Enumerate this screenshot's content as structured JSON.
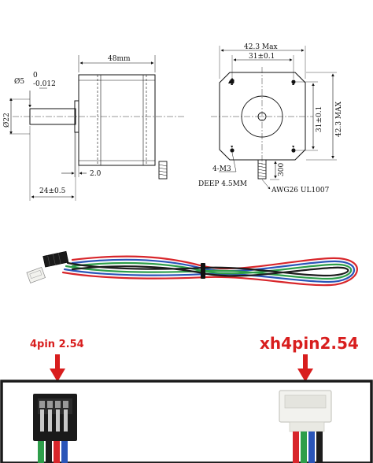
{
  "drawing": {
    "side_view": {
      "length_label": "48mm",
      "shaft_dia_label": "Ø5",
      "shaft_tol_upper": "0",
      "shaft_tol_lower": "-0.012",
      "boss_dia_label": "Ø22",
      "flange_thickness_label": "2.0",
      "shaft_length_label": "24±0.5"
    },
    "front_view": {
      "width_max_label": "42.3 Max",
      "hole_spacing_label": "31±0.1",
      "hole_spacing_v_label": "31±0.1",
      "height_max_label": "42.3 MAX",
      "screw_label": "4-M3",
      "depth_label": "DEEP 4.5MM",
      "lead_length_label": "300",
      "wire_label": "AWG26 UL1007"
    }
  },
  "connectors": {
    "left_label": "4pin 2.54",
    "right_label": "xh4pin2.54"
  },
  "colors": {
    "label_red": "#d81e1e",
    "wire_red": "#d8262b",
    "wire_blue": "#2a55b8",
    "wire_green": "#2e9e4a",
    "wire_black": "#1c1c1c",
    "housing_black": "#1a1a1a",
    "housing_white": "#f2f2ee"
  }
}
